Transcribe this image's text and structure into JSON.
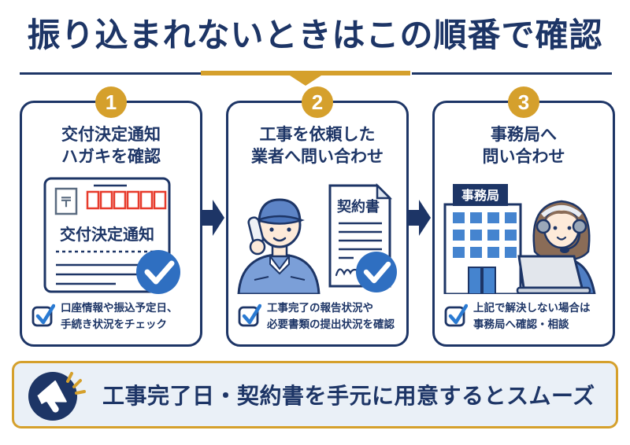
{
  "title": "振り込まれないときはこの順番で確認",
  "colors": {
    "navy": "#1d3566",
    "gold": "#d5a02c",
    "check_circle_blue": "#2f6fc1",
    "check_mark_blue": "#2a7ad2",
    "postal_box_red": "#e73b2c",
    "banner_bg": "#eaf0f7"
  },
  "steps": [
    {
      "number": "1",
      "title_line1": "交付決定通知",
      "title_line2": "ハガキを確認",
      "illustration": "postcard-grant-notice-with-check",
      "postal_mark": "〒",
      "postcard_label": "交付決定通知",
      "note_line1": "口座情報や振込予定日、",
      "note_line2": "手続き状況をチェック"
    },
    {
      "number": "2",
      "title_line1": "工事を依頼した",
      "title_line2": "業者へ問い合わせ",
      "illustration": "worker-on-phone-with-contract",
      "contract_label": "契約書",
      "note_line1": "工事完了の報告状況や",
      "note_line2": "必要書類の提出状況を確認"
    },
    {
      "number": "3",
      "title_line1": "事務局へ",
      "title_line2": "問い合わせ",
      "illustration": "office-building-and-call-operator",
      "building_label": "事務局",
      "note_line1": "上記で解決しない場合は",
      "note_line2": "事務局へ確認・相談"
    }
  ],
  "footer": {
    "icon": "megaphone-icon",
    "text": "工事完了日・契約書を手元に用意するとスムーズ"
  }
}
